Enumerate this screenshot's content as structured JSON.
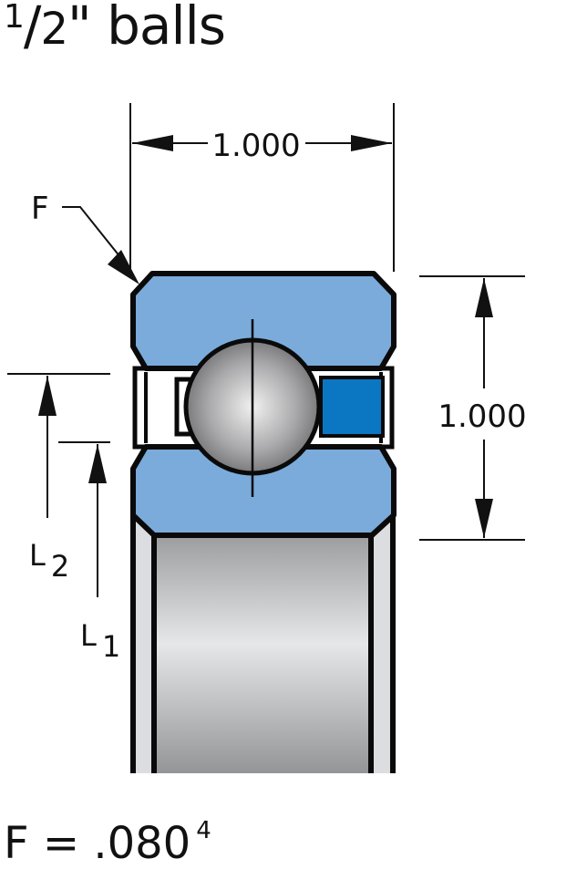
{
  "title": {
    "fraction_numerator": "1",
    "fraction_slash": "/",
    "fraction_denominator": "2",
    "rest": "\" balls"
  },
  "dimensions": {
    "width_label": "1.000",
    "height_label": "1.000",
    "chamfer_label": "F",
    "l1_label_main": "L",
    "l1_label_sub": "1",
    "l2_label_main": "L",
    "l2_label_sub": "2"
  },
  "formula": {
    "text": "F = .080",
    "footnote": "4"
  },
  "colors": {
    "ring_fill": "#7aabdb",
    "separator_fill": "#0b77c2",
    "outline": "#0a0a0a",
    "ball_highlight": "#eeeeee",
    "ball_shadow": "#6e6e70",
    "bore_light": "#e6e7e9",
    "bore_dark": "#9d9ea0",
    "side_face": "#dcdde0"
  }
}
